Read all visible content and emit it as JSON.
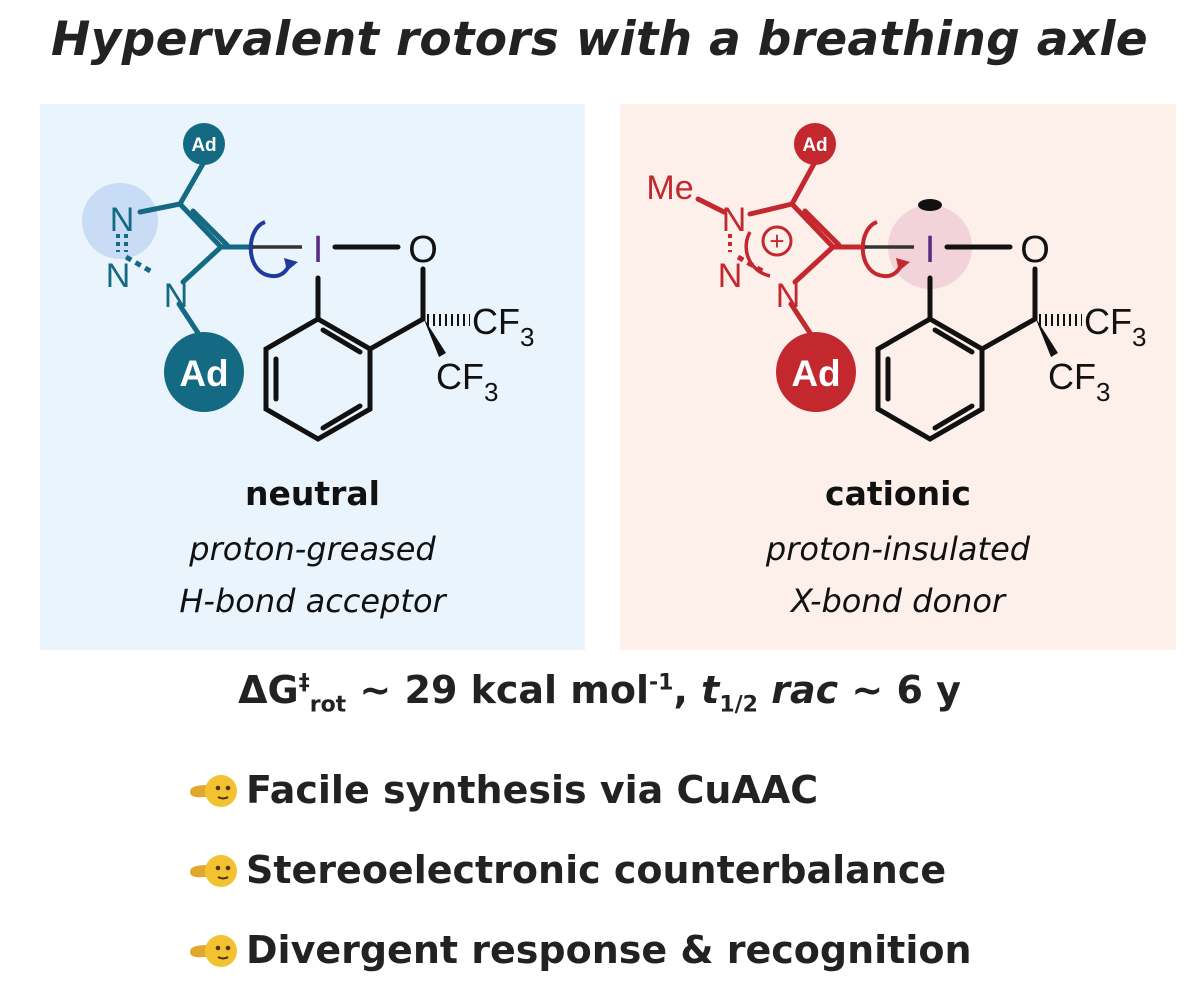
{
  "title": "Hypervalent rotors with a breathing axle",
  "panels": {
    "neutral": {
      "type": "neutral",
      "desc1": "proton-greased",
      "desc2": "H-bond acceptor",
      "labels": {
        "ad_top": "Ad",
        "ad_bottom": "Ad",
        "n1": "N",
        "n2": "N",
        "n3": "N",
        "iodine": "I",
        "oxygen": "O",
        "cf3_a": "CF",
        "cf3_b": "CF",
        "sub3": "3"
      }
    },
    "cationic": {
      "type": "cationic",
      "desc1": "proton-insulated",
      "desc2": "X-bond donor",
      "labels": {
        "ad_top": "Ad",
        "ad_bottom": "Ad",
        "me": "Me",
        "n1": "N",
        "n2": "N",
        "n3": "N",
        "charge": "+",
        "iodine": "I",
        "oxygen": "O",
        "cf3_a": "CF",
        "cf3_b": "CF",
        "sub3": "3"
      }
    }
  },
  "energy": {
    "delta": "ΔG",
    "dagger": "‡",
    "rot": "rot",
    "value": " ~ 29 kcal mol",
    "exp": "-1",
    "sep": ", ",
    "t": "t",
    "half": "1/2",
    "rac": " rac",
    "tail": " ~ 6 y"
  },
  "features": [
    {
      "icon": "pointing-hand-icon",
      "text": "Facile synthesis via CuAAC"
    },
    {
      "icon": "pointing-hand-icon",
      "text": "Stereoelectronic counterbalance"
    },
    {
      "icon": "pointing-hand-icon",
      "text": "Divergent response & recognition"
    }
  ],
  "colors": {
    "neutral_accent": "#136a82",
    "neutral_halo": "#c9dcf5",
    "neutral_arrow": "#1f3a9a",
    "cationic_accent": "#c4282f",
    "cationic_halo": "#f2d3da",
    "iodine": "#5b2a82",
    "neutral_bg": "#e9f4fd",
    "cationic_bg": "#fdf0ea",
    "emoji": "#f2c230"
  }
}
